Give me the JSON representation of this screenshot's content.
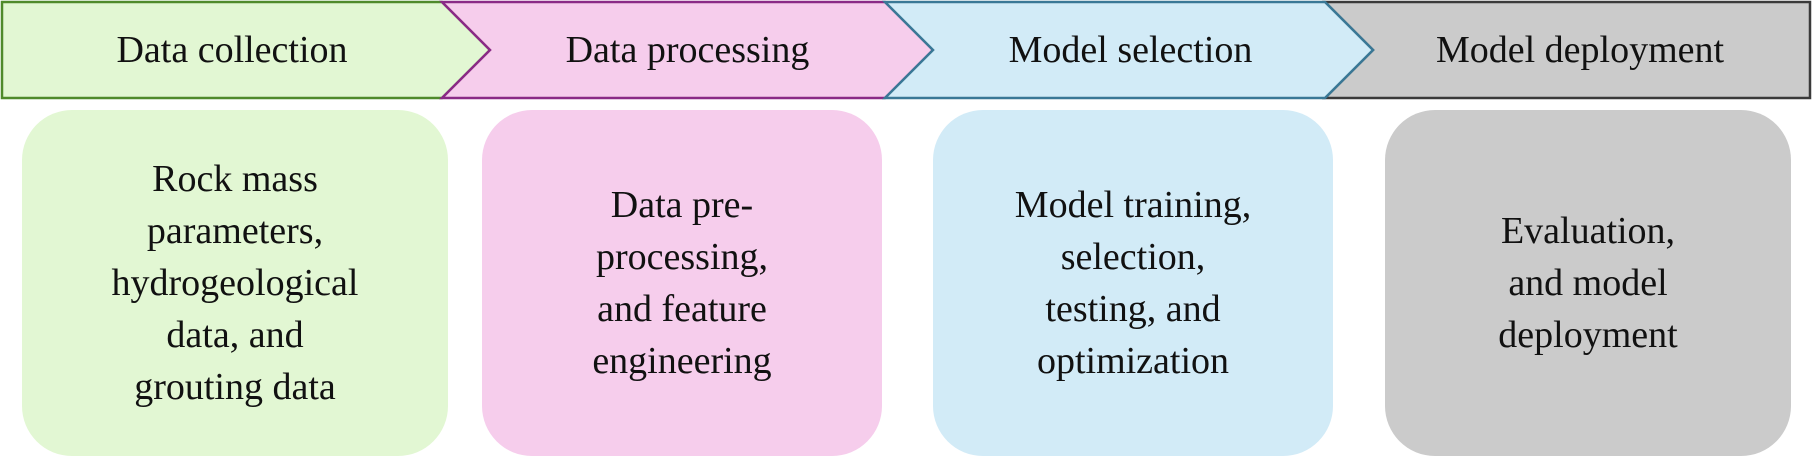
{
  "stages": [
    {
      "title": "Data collection",
      "detail": "Rock mass\nparameters,\nhydrogeological\ndata, and\ngrouting data",
      "fill": "#e2f7d3",
      "stroke": "#4f8a2b"
    },
    {
      "title": "Data processing",
      "detail": "Data pre-\nprocessing,\nand feature\nengineering",
      "fill": "#f6cdec",
      "stroke": "#8a2a86"
    },
    {
      "title": "Model selection",
      "detail": "Model training,\nselection,\ntesting, and\noptimization",
      "fill": "#d2ebf7",
      "stroke": "#3a7896"
    },
    {
      "title": "Model deployment",
      "detail": "Evaluation,\nand model\ndeployment",
      "fill": "#cbcbcb",
      "stroke": "#3a3a3a"
    }
  ]
}
